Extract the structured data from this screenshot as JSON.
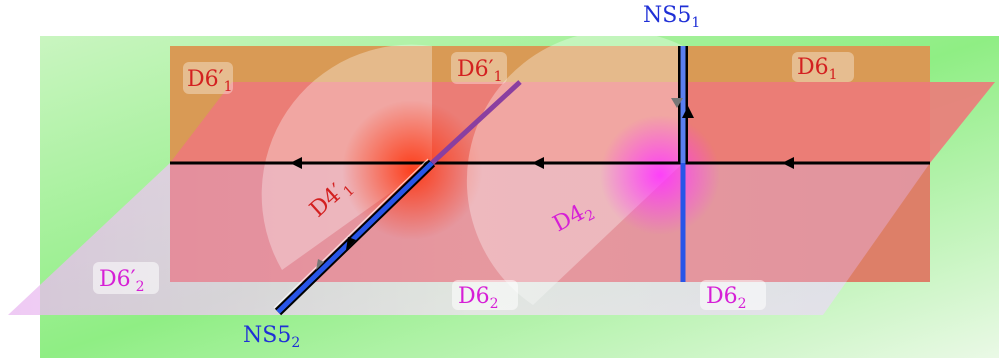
{
  "labels": {
    "ns5_1": {
      "base": "NS5",
      "sub": "1"
    },
    "ns5_2": {
      "base": "NS5",
      "sub": "2"
    },
    "d6p1_left": {
      "base": "D6′",
      "sub": "1"
    },
    "d6p1_mid": {
      "base": "D6′",
      "sub": "1"
    },
    "d6_1": {
      "base": "D6",
      "sub": "1"
    },
    "d4p1": {
      "base": "D4′",
      "sub": "1"
    },
    "d4_2": {
      "base": "D4",
      "sub": "2"
    },
    "d6p2": {
      "base": "D6′",
      "sub": "2"
    },
    "d6_2_mid": {
      "base": "D6",
      "sub": "2"
    },
    "d6_2_right": {
      "base": "D6",
      "sub": "2"
    }
  },
  "colors": {
    "green_plane": "#a8f59a",
    "orange_plane": "#d99a55",
    "red_plane": "#ec7a7a",
    "lilac_plane": "#ead2f0",
    "ns5_blue": "#2855e8",
    "purple_brane": "#8a3fa0",
    "red_label": "#d32020",
    "magenta_label": "#d61fd6",
    "blue_label": "#1f2fd6"
  }
}
